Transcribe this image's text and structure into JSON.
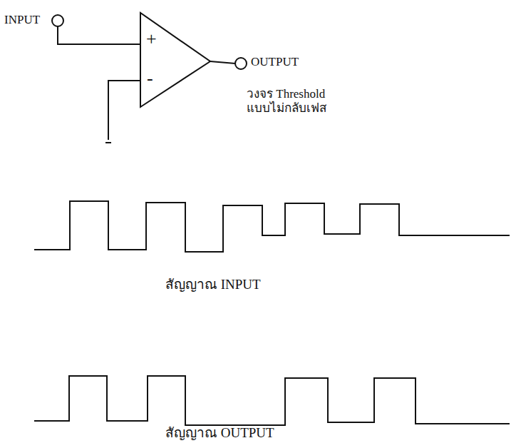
{
  "diagram": {
    "labels": [
      "INPUT",
      "+",
      "-",
      "OUTPUT",
      "วงจร Threshold แบบไม่กลับเฟส",
      "สัญญาณ INPUT",
      "สัญญาณ OUTPUT"
    ]
  }
}
